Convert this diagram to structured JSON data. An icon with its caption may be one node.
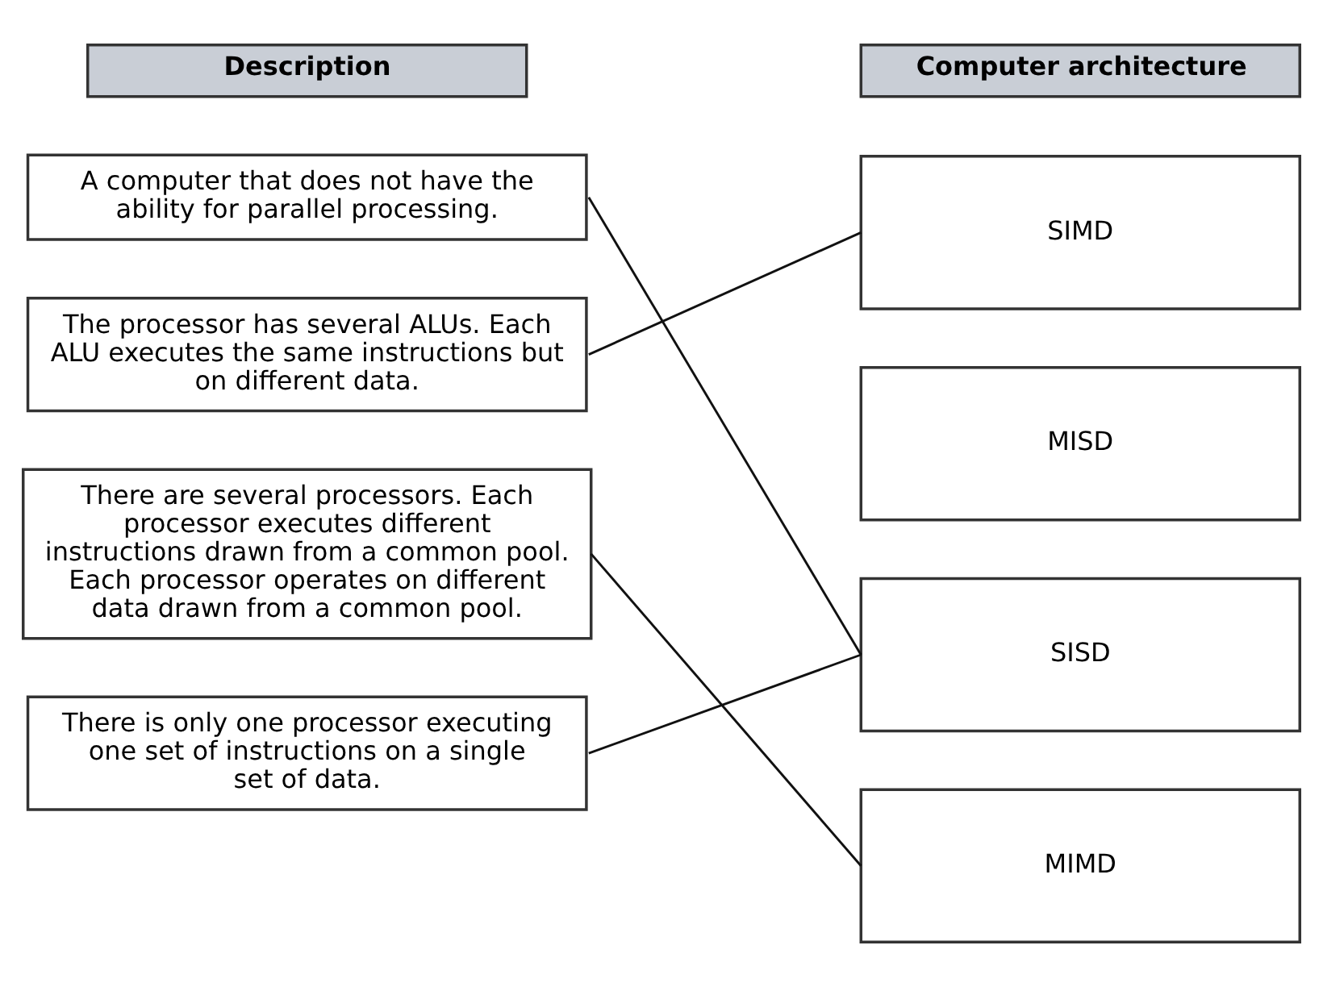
{
  "diagram": {
    "nodes": [
      {
        "text": [
          "Description"
        ]
      },
      {
        "text": [
          "Computer architecture"
        ]
      },
      {
        "text": [
          "A computer that does not have the ability for parallel processing."
        ]
      },
      {
        "text": [
          "The processor has several ALUs. Each ALU executes the same instructions but on different data."
        ]
      },
      {
        "text": [
          "There are several processors. Each processor executes different instructions drawn from a common pool. Each processor operates on different data drawn from a common pool."
        ]
      },
      {
        "text": [
          "There is only one processor executing one set of instructions on a single set of data."
        ]
      },
      {
        "text": [
          "SIMD"
        ]
      },
      {
        "text": [
          "MISD"
        ]
      },
      {
        "text": [
          "SISD"
        ]
      },
      {
        "text": [
          "MIMD"
        ]
      }
    ],
    "edges": [
      {
        "from": 2,
        "to": 8,
        "arrow": "none"
      },
      {
        "from": 3,
        "to": 6,
        "arrow": "none"
      },
      {
        "from": 4,
        "to": 9,
        "arrow": "none"
      },
      {
        "from": 5,
        "to": 8,
        "arrow": "none"
      }
    ]
  }
}
